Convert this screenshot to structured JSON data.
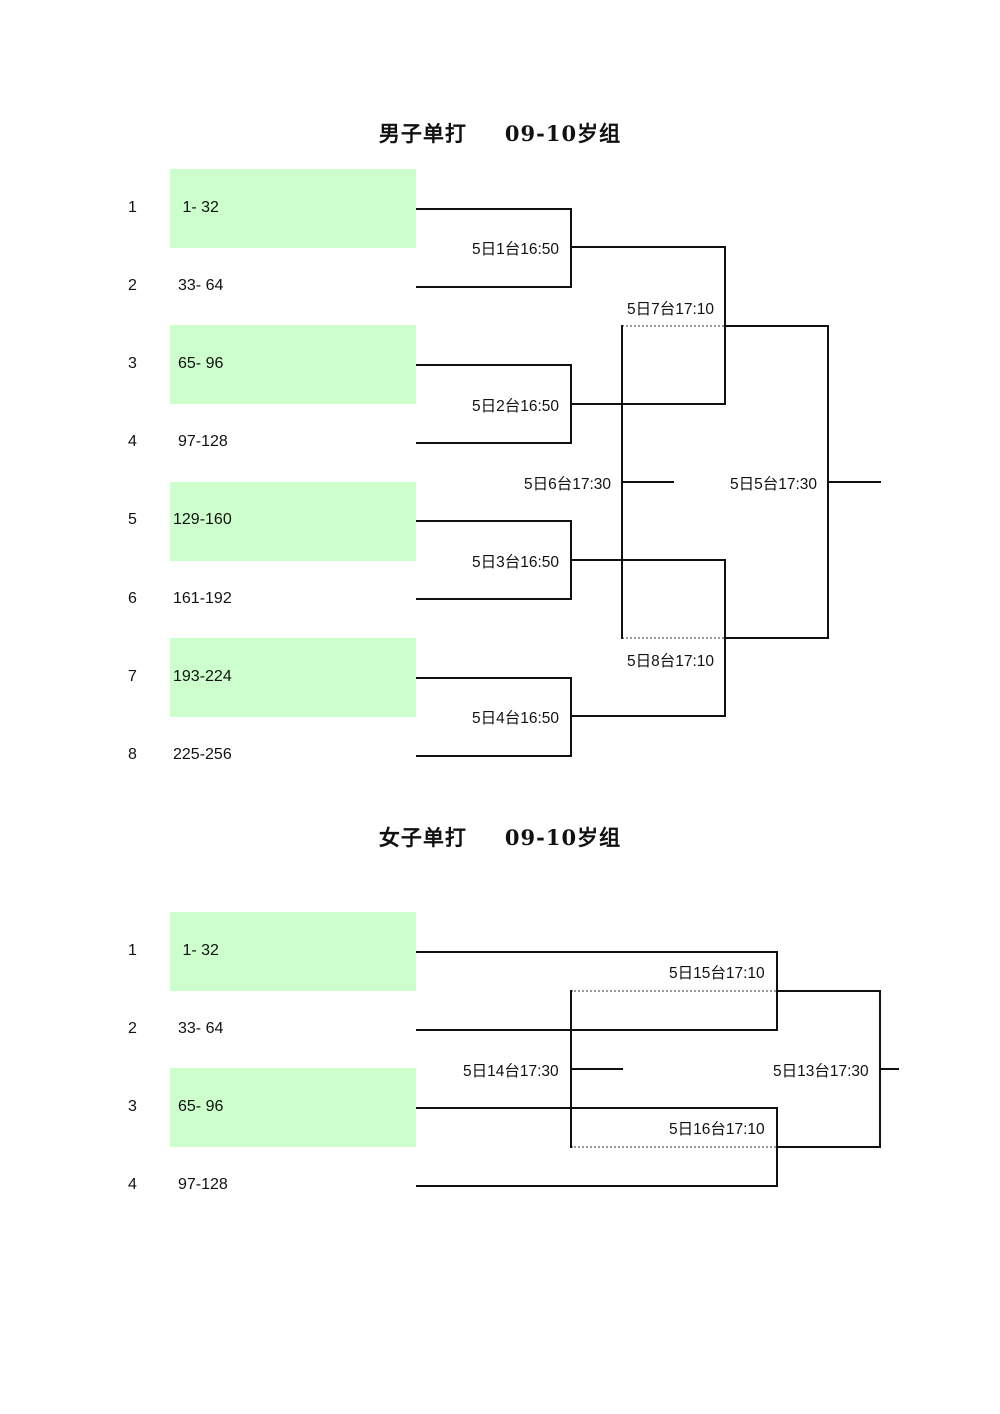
{
  "mens": {
    "title_event": "男子单打",
    "title_group": "09-10岁组",
    "seeds": [
      {
        "num": "1",
        "range": " 1- 32",
        "highlight": true
      },
      {
        "num": "2",
        "range": "33- 64",
        "highlight": false
      },
      {
        "num": "3",
        "range": "65- 96",
        "highlight": true
      },
      {
        "num": "4",
        "range": "97-128",
        "highlight": false
      },
      {
        "num": "5",
        "range": "129-160",
        "highlight": true
      },
      {
        "num": "6",
        "range": "161-192",
        "highlight": false
      },
      {
        "num": "7",
        "range": "193-224",
        "highlight": true
      },
      {
        "num": "8",
        "range": "225-256",
        "highlight": false
      }
    ],
    "matches": {
      "m1": "5日1台16:50",
      "m2": "5日2台16:50",
      "m3": "5日3台16:50",
      "m4": "5日4台16:50",
      "m7": "5日7台17:10",
      "m8": "5日8台17:10",
      "m6": "5日6台17:30",
      "m5": "5日5台17:30"
    }
  },
  "womens": {
    "title_event": "女子单打",
    "title_group": "09-10岁组",
    "seeds": [
      {
        "num": "1",
        "range": " 1- 32",
        "highlight": true
      },
      {
        "num": "2",
        "range": "33- 64",
        "highlight": false
      },
      {
        "num": "3",
        "range": "65- 96",
        "highlight": true
      },
      {
        "num": "4",
        "range": "97-128",
        "highlight": false
      }
    ],
    "matches": {
      "m15": "5日15台17:10",
      "m16": "5日16台17:10",
      "m14": "5日14台17:30",
      "m13": "5日13台17:30"
    }
  }
}
